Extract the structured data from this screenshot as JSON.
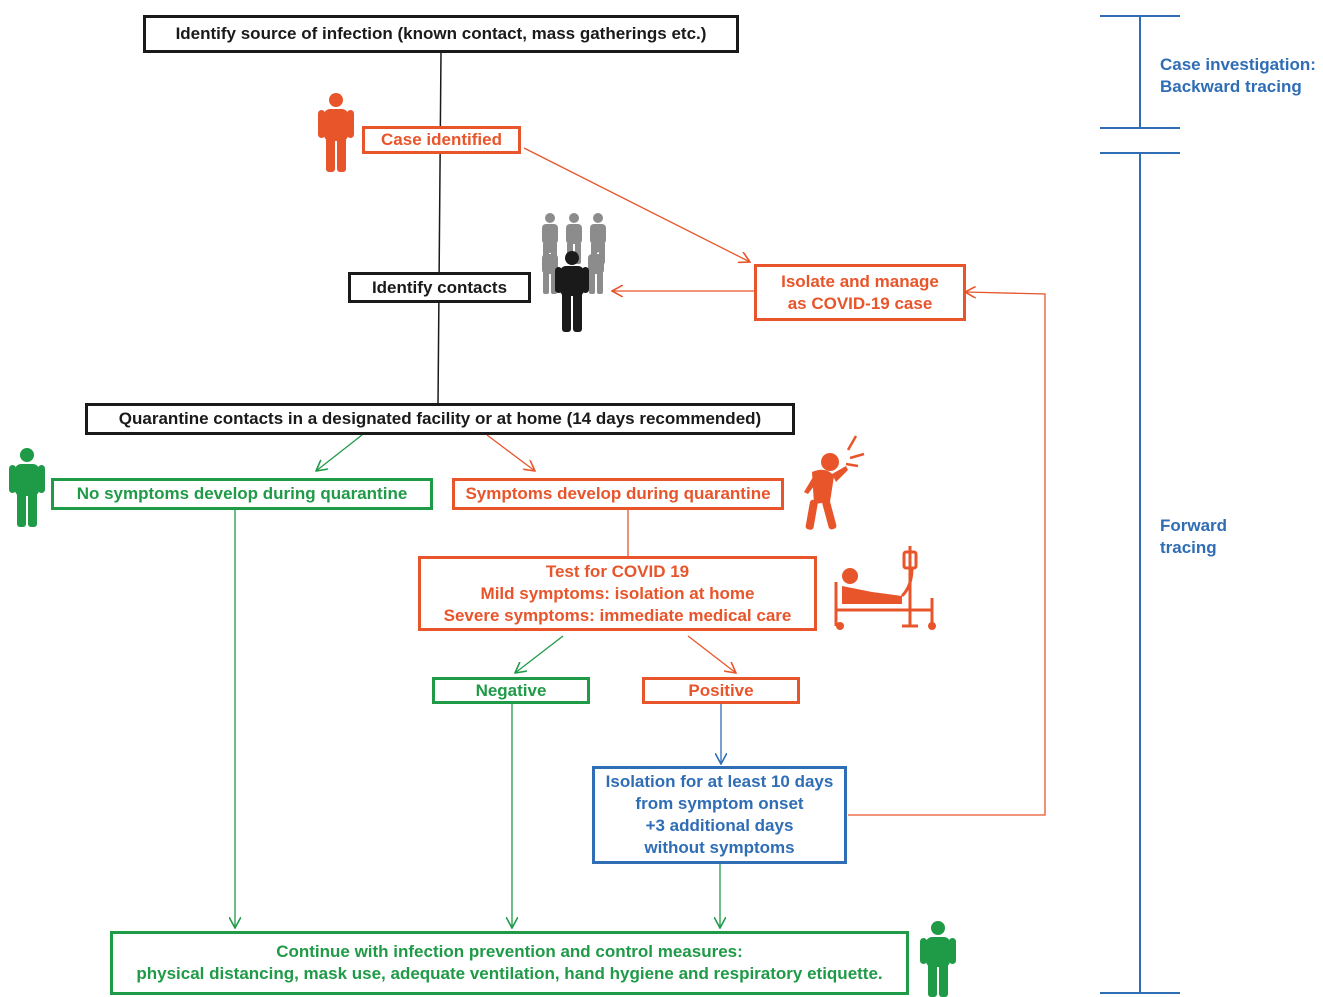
{
  "colors": {
    "black": "#1a1a1a",
    "orange": "#e8552b",
    "green": "#1f9a47",
    "blue": "#2f6db5",
    "grey": "#8c8c8c"
  },
  "boxes": {
    "identify_source": "Identify source of infection (known contact, mass gatherings etc.)",
    "case_identified": "Case identified",
    "identify_contacts": "Identify contacts",
    "isolate_manage": [
      "Isolate and manage",
      "as COVID-19 case"
    ],
    "quarantine": "Quarantine contacts in a designated facility or at home (14 days recommended)",
    "no_symptoms": "No symptoms develop during quarantine",
    "symptoms": "Symptoms develop during quarantine",
    "test": [
      "Test for COVID 19",
      "Mild symptoms: isolation at home",
      "Severe symptoms: immediate medical care"
    ],
    "negative": "Negative",
    "positive": "Positive",
    "isolation": [
      "Isolation for at least 10 days",
      "from symptom onset",
      "+3 additional days",
      "without symptoms"
    ],
    "continue": [
      "Continue with infection prevention and control measures:",
      "physical distancing, mask use, adequate ventilation, hand hygiene and respiratory etiquette."
    ]
  },
  "side_labels": {
    "backward": [
      "Case investigation:",
      "Backward tracing"
    ],
    "forward": [
      "Forward",
      "tracing"
    ]
  },
  "icons": [
    "orange-person-icon",
    "contact-group-icon",
    "green-person-icon",
    "coughing-person-icon",
    "hospital-bed-icon",
    "green-person-icon"
  ]
}
